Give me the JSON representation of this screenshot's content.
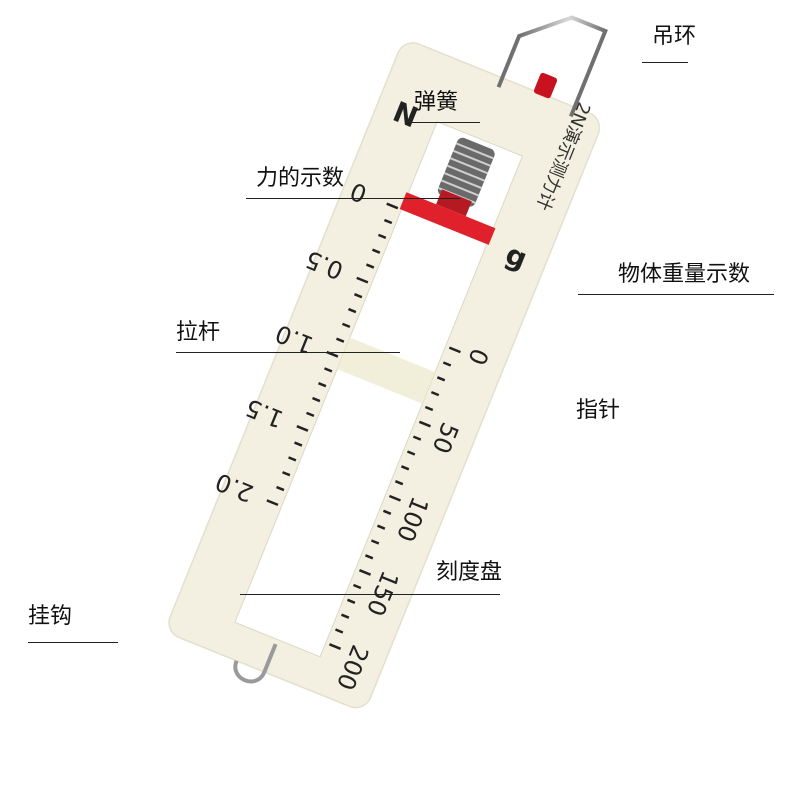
{
  "labels": {
    "hanging_ring": "吊环",
    "spring": "弹簧",
    "force_reading": "力的示数",
    "object_weight_reading": "物体重量示数",
    "pull_rod": "拉杆",
    "pointer": "指针",
    "dial": "刻度盘",
    "hook": "挂钩"
  },
  "device": {
    "name": "2N演示测力计",
    "unit_left": "N",
    "unit_right": "g",
    "scale_left": [
      "0",
      "0.5",
      "1.0",
      "1.5",
      "2.0"
    ],
    "scale_right": [
      "0",
      "50",
      "100",
      "150",
      "200"
    ]
  },
  "colors": {
    "body": "#f2efdf",
    "pointer": "#e0202a",
    "knob": "#c8121f",
    "metal": "#8a8a8a"
  }
}
